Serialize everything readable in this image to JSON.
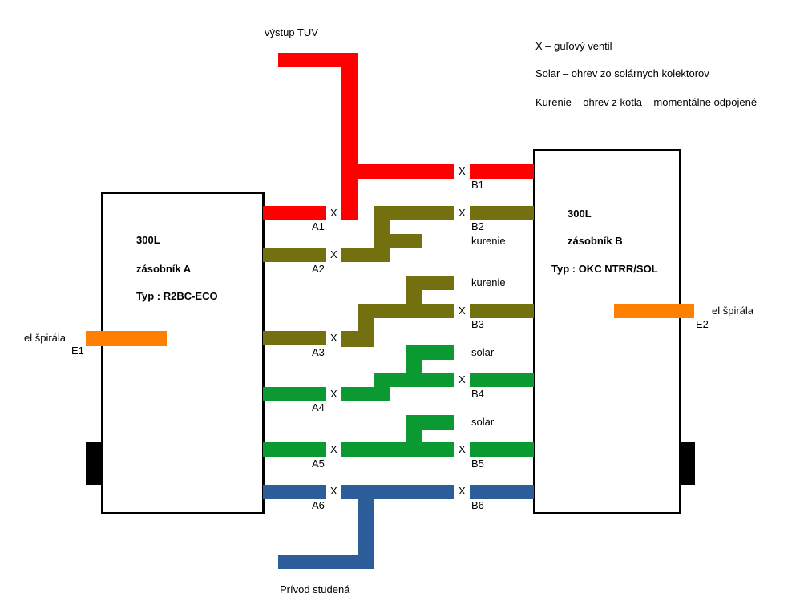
{
  "legend": {
    "valve": "X – guľový ventil",
    "solar": "Solar – ohrev zo solárnych kolektorov",
    "heating": "Kurenie – ohrev z  kotla – momentálne odpojené"
  },
  "hot_water_label": "výstup TUV",
  "cold_water_label": "Prívod studená",
  "tank_a": {
    "volume": "300L",
    "name": "zásobník A",
    "type": "Typ : R2BC-ECO"
  },
  "tank_b": {
    "volume": "300L",
    "name": "zásobník B",
    "type": "Typ : OKC NTRR/SOL"
  },
  "heater_a": {
    "label": "el špirála",
    "id": "E1"
  },
  "heater_b": {
    "label": "el špirála",
    "id": "E2"
  },
  "valve_symbol": "X",
  "ports_a": [
    "A1",
    "A2",
    "A3",
    "A4",
    "A5",
    "A6"
  ],
  "ports_b": [
    "B1",
    "B2",
    "B3",
    "B4",
    "B5",
    "B6"
  ],
  "branches": [
    "kurenie",
    "kurenie",
    "solar",
    "solar"
  ],
  "colors": {
    "hot": "#ff0000",
    "heating": "#737010",
    "solar": "#0b9a32",
    "cold": "#2c5f99",
    "heater": "#ff8000"
  }
}
